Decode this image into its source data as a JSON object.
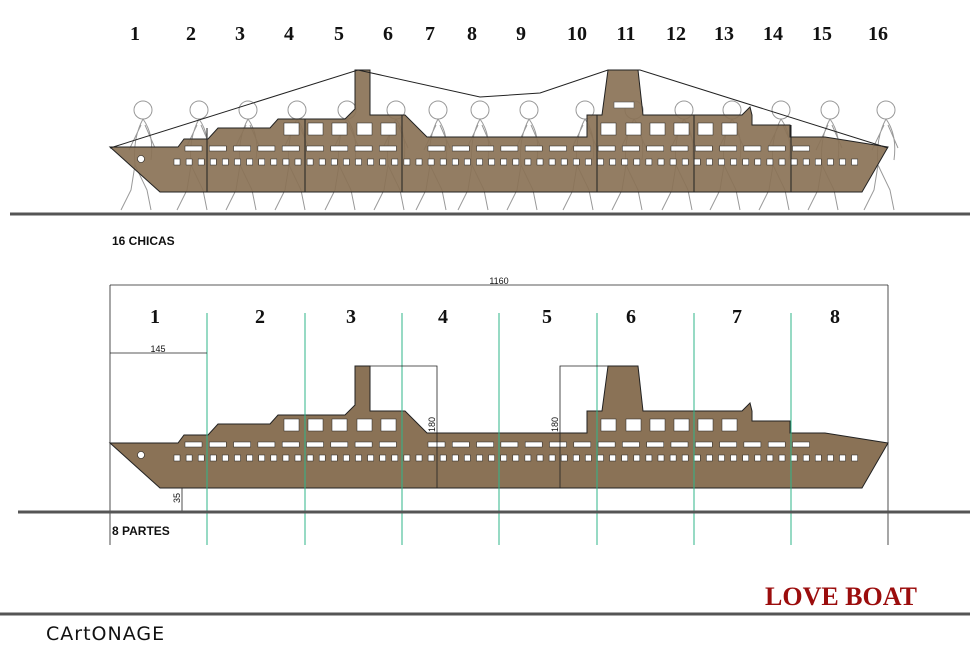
{
  "top": {
    "numbers": [
      "1",
      "2",
      "3",
      "4",
      "5",
      "6",
      "7",
      "8",
      "9",
      "10",
      "11",
      "12",
      "13",
      "14",
      "15",
      "16"
    ],
    "label": "16 CHICAS"
  },
  "bottom": {
    "numbers": [
      "1",
      "2",
      "3",
      "4",
      "5",
      "6",
      "7",
      "8"
    ],
    "label": "8 PARTES",
    "dim_total": "1160",
    "dim_section": "145",
    "dim_height_left": "180",
    "dim_height_right": "180",
    "dim_base": "35"
  },
  "footer": {
    "title": "LOVE BOAT",
    "brand": "CArtONAGE"
  },
  "colors": {
    "hull": "#8a7256",
    "guide": "#2fb58a",
    "title": "#9b0d0d",
    "ground": "#555555"
  }
}
